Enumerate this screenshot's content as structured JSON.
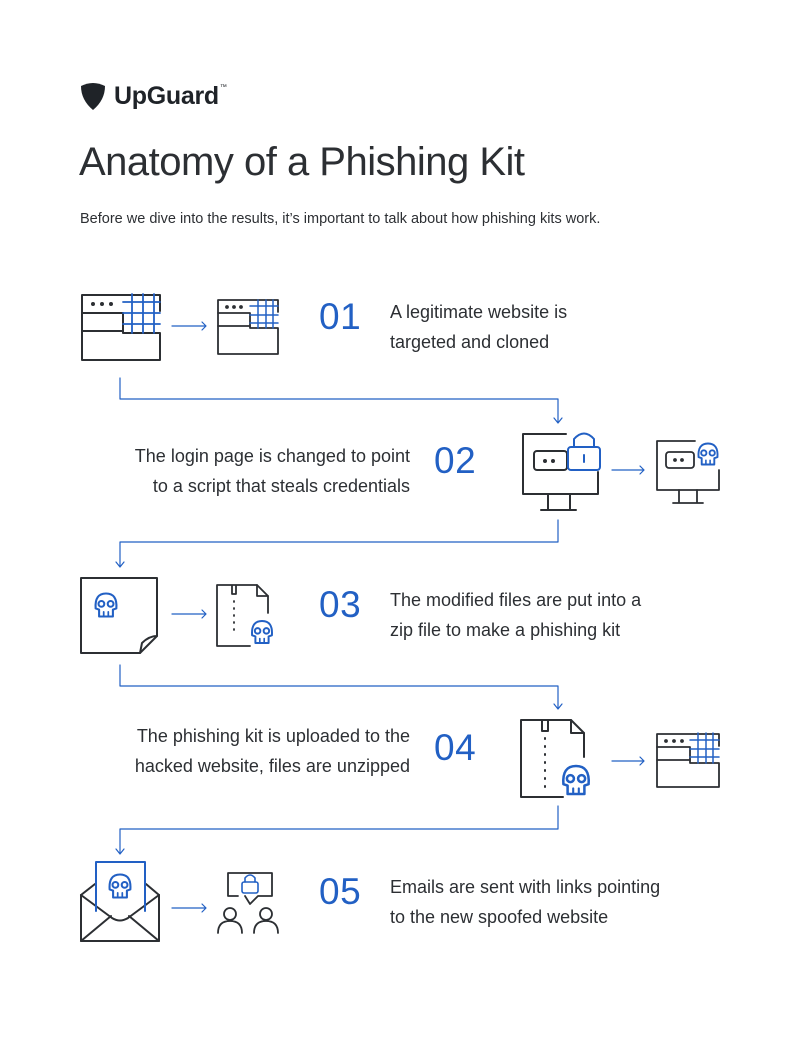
{
  "brand": {
    "name": "UpGuard",
    "trademark": "™",
    "logo_icon": "guard-pick-icon"
  },
  "title": "Anatomy of a Phishing Kit",
  "intro": "Before we dive into the results, it’s important to talk about how phishing kits work.",
  "colors": {
    "accent": "#2260c4",
    "ink": "#2c2f33"
  },
  "steps": [
    {
      "number": "01",
      "lines": [
        "A legitimate website is",
        "targeted and cloned"
      ],
      "icons": [
        "browser-window-icon",
        "arrow-right-icon",
        "cloned-browser-window-icon"
      ]
    },
    {
      "number": "02",
      "lines": [
        "The login page is changed to point",
        "to a script that steals credentials"
      ],
      "icons": [
        "monitor-lock-icon",
        "arrow-right-icon",
        "monitor-skull-icon"
      ]
    },
    {
      "number": "03",
      "lines": [
        "The modified files are put into a",
        "zip file to make a phishing kit"
      ],
      "icons": [
        "skull-document-icon",
        "arrow-right-icon",
        "zip-file-skull-icon"
      ]
    },
    {
      "number": "04",
      "lines": [
        "The phishing kit is uploaded to the",
        "hacked website, files are unzipped"
      ],
      "icons": [
        "zip-file-skull-icon",
        "arrow-right-icon",
        "browser-window-icon"
      ]
    },
    {
      "number": "05",
      "lines": [
        "Emails are sent with links pointing",
        "to the new spoofed website"
      ],
      "icons": [
        "envelope-skull-icon",
        "arrow-right-icon",
        "users-lock-chat-icon"
      ]
    }
  ]
}
